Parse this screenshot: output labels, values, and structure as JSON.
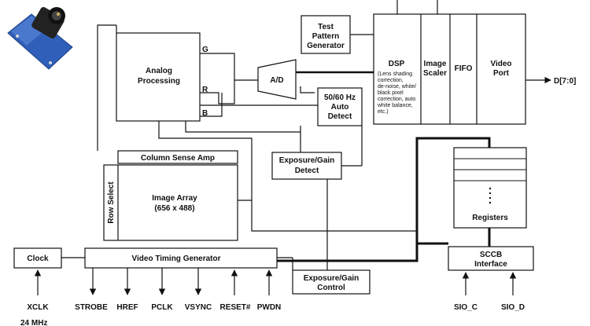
{
  "blocks": {
    "test_pattern": [
      "Test",
      "Pattern",
      "Generator"
    ],
    "analog": [
      "Analog",
      "Processing"
    ],
    "analog_ports": {
      "g": "G",
      "r": "R",
      "b": "B"
    },
    "ad": "A/D",
    "dsp_title": "DSP",
    "dsp_notes": [
      "(Lens shading",
      "correction,",
      "de-noise, white/",
      "black pixel",
      "correction, auto",
      "white balance,",
      "etc.)"
    ],
    "image_scaler": [
      "Image",
      "Scaler"
    ],
    "fifo": "FIFO",
    "video_port": [
      "Video",
      "Port"
    ],
    "data_out": "D[7:0]",
    "auto_detect": [
      "50/60 Hz",
      "Auto",
      "Detect"
    ],
    "column_sense": "Column Sense Amp",
    "row_select": "Row Select",
    "image_array": [
      "Image Array",
      "(656 x 488)"
    ],
    "exposure_detect": [
      "Exposure/Gain",
      "Detect"
    ],
    "registers": "Registers",
    "clock": "Clock",
    "timing_gen": "Video Timing Generator",
    "sccb": [
      "SCCB",
      "Interface"
    ],
    "exposure_control": [
      "Exposure/Gain",
      "Control"
    ]
  },
  "pins": {
    "xclk": "XCLK",
    "strobe": "STROBE",
    "href": "HREF",
    "pclk": "PCLK",
    "vsync": "VSYNC",
    "reset": "RESET#",
    "pwdn": "PWDN",
    "sio_c": "SIO_C",
    "sio_d": "SIO_D"
  },
  "footnote": "24 MHz",
  "colors": {
    "line": "#111111",
    "fill": "#ffffff",
    "module_pcb": "#2f5fb8",
    "lens": "#222222"
  }
}
